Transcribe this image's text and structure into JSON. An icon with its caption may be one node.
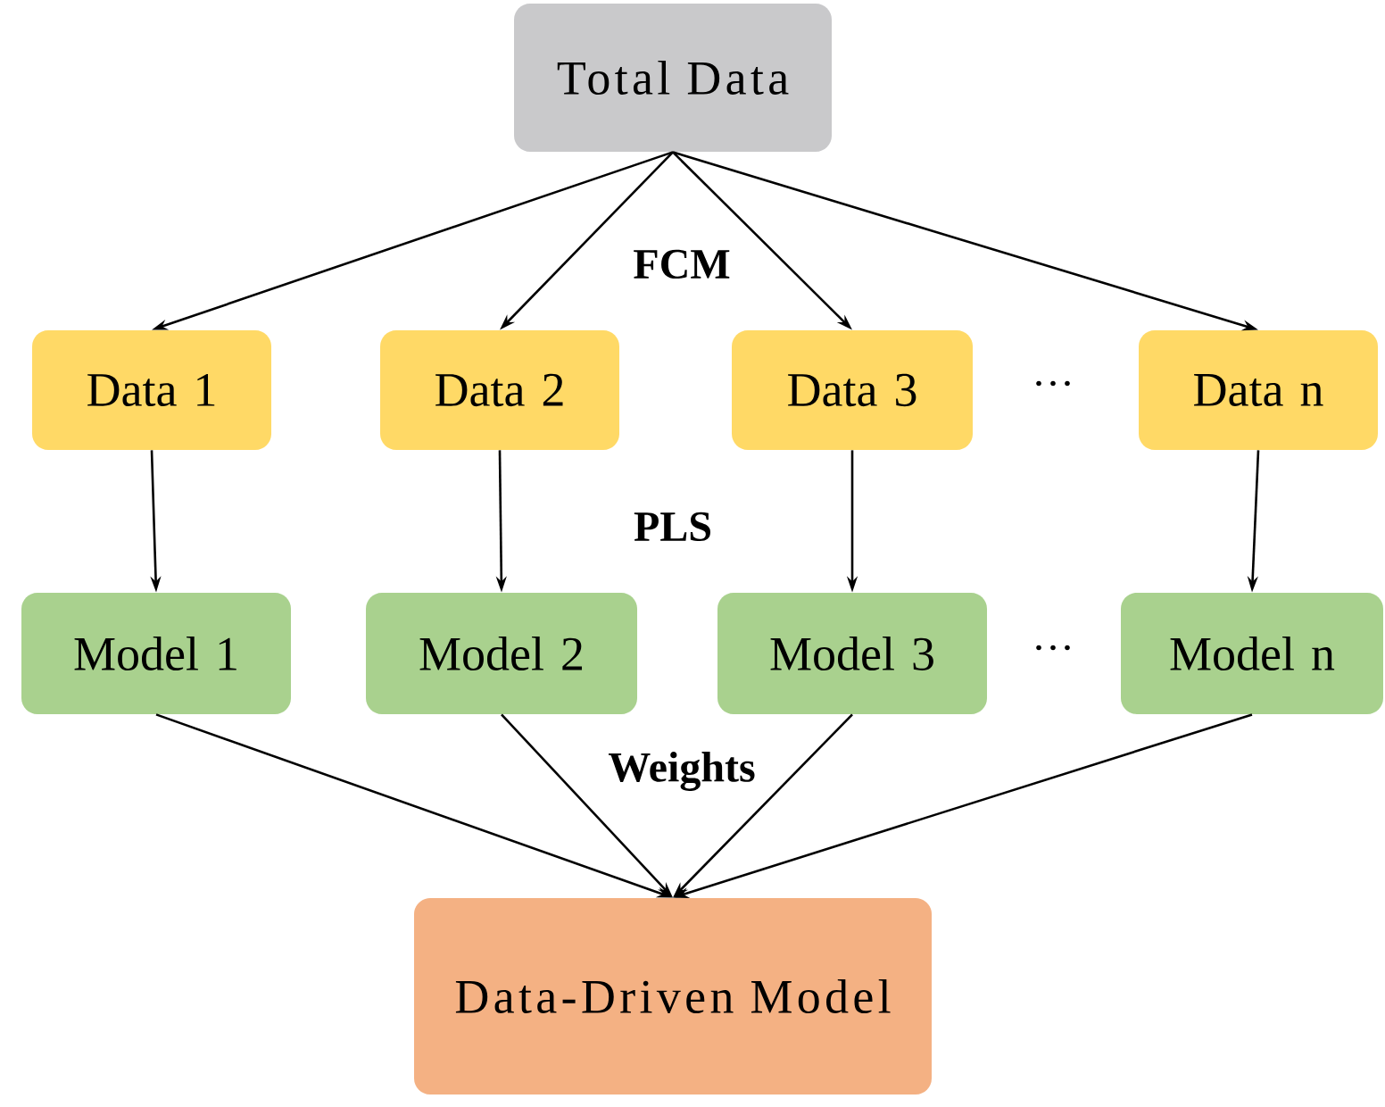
{
  "diagram": {
    "nodes": [
      {
        "text": [
          "Total Data"
        ]
      },
      {
        "text": [
          "Data 1"
        ]
      },
      {
        "text": [
          "Data 2"
        ]
      },
      {
        "text": [
          "Data 3"
        ]
      },
      {
        "text": [
          "Data n"
        ]
      },
      {
        "text": [
          "Model 1"
        ]
      },
      {
        "text": [
          "Model 2"
        ]
      },
      {
        "text": [
          "Model 3"
        ]
      },
      {
        "text": [
          "Model n"
        ]
      },
      {
        "text": [
          "Data-Driven Model"
        ]
      }
    ],
    "edges": [
      {
        "from": 0,
        "to": 1,
        "arrow": "to"
      },
      {
        "from": 0,
        "to": 2,
        "arrow": "to"
      },
      {
        "from": 0,
        "to": 3,
        "arrow": "to"
      },
      {
        "from": 0,
        "to": 4,
        "arrow": "to"
      },
      {
        "from": 1,
        "to": 5,
        "arrow": "to"
      },
      {
        "from": 2,
        "to": 6,
        "arrow": "to"
      },
      {
        "from": 3,
        "to": 7,
        "arrow": "to"
      },
      {
        "from": 4,
        "to": 8,
        "arrow": "to"
      },
      {
        "from": 5,
        "to": 9,
        "arrow": "to"
      },
      {
        "from": 6,
        "to": 9,
        "arrow": "to"
      },
      {
        "from": 7,
        "to": 9,
        "arrow": "to"
      },
      {
        "from": 8,
        "to": 9,
        "arrow": "to"
      }
    ],
    "labels": [
      "FCM",
      "···",
      "PLS",
      "···",
      "Weights"
    ]
  }
}
